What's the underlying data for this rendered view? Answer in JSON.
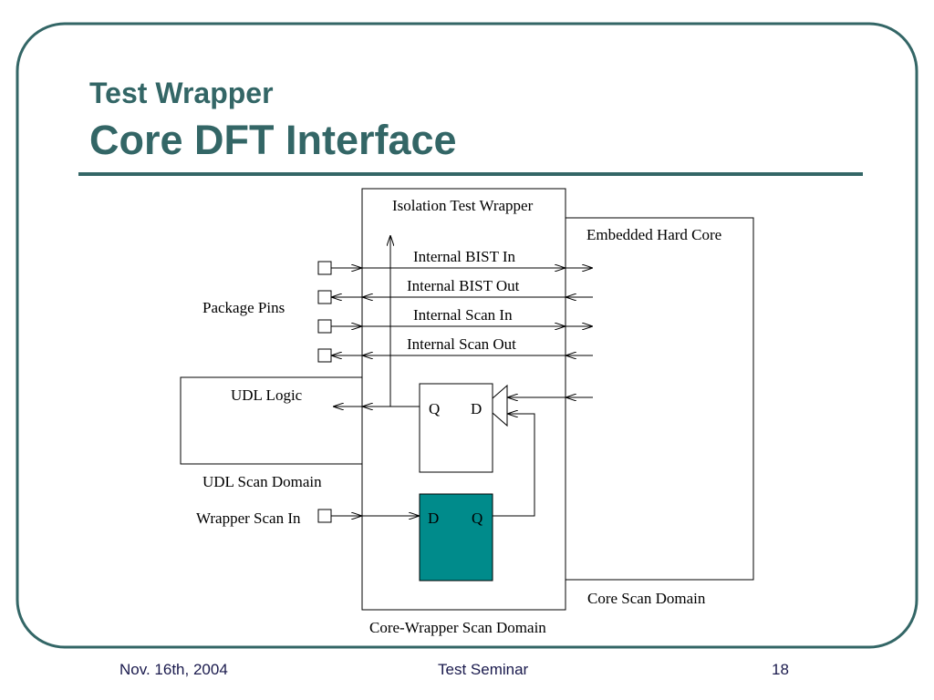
{
  "slide": {
    "title_line1": "Test Wrapper",
    "title_line2": "Core DFT Interface",
    "accent_color": "#336666"
  },
  "diagram": {
    "isolation_wrapper_label": "Isolation Test Wrapper",
    "embedded_core_label": "Embedded Hard Core",
    "package_pins_label": "Package Pins",
    "udl_logic_label": "UDL Logic",
    "udl_scan_domain_label": "UDL Scan Domain",
    "wrapper_scan_in_label": "Wrapper Scan In",
    "core_scan_domain_label": "Core Scan Domain",
    "core_wrapper_scan_domain_label": "Core-Wrapper Scan Domain",
    "signals": {
      "internal_bist_in": "Internal BIST In",
      "internal_bist_out": "Internal BIST Out",
      "internal_scan_in": "Internal Scan In",
      "internal_scan_out": "Internal Scan Out"
    },
    "flipflop_upper": {
      "q": "Q",
      "d": "D"
    },
    "flipflop_lower": {
      "d": "D",
      "q": "Q",
      "fill": "#008B8B"
    }
  },
  "footer": {
    "date": "Nov. 16th, 2004",
    "title": "Test Seminar",
    "page": "18"
  }
}
